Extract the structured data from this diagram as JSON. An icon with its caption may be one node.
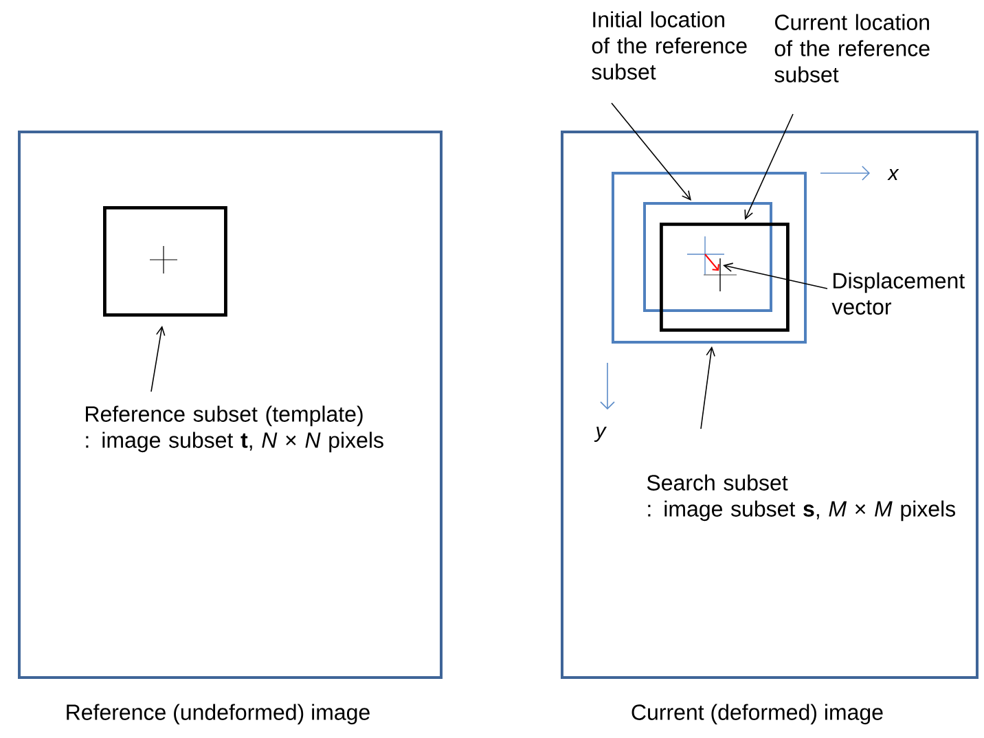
{
  "diagram": {
    "nodes": [
      {
        "text": [],
        "shape": "box",
        "beside": [
          "Reference (undeformed) image"
        ]
      },
      {
        "text": [],
        "shape": "box",
        "in": 0
      },
      {
        "text": [
          "Reference subset (template)",
          ": image subset **t**, *N* × *N* pixels"
        ],
        "in": 0
      },
      {
        "text": [
          "Initial location of the reference subset"
        ]
      },
      {
        "text": [
          "Current location of the reference subset"
        ]
      },
      {
        "text": [],
        "shape": "box",
        "beside": [
          "Current (deformed) image"
        ]
      },
      {
        "text": [],
        "shape": "box",
        "in": 5
      },
      {
        "text": [],
        "shape": "box",
        "in": 6
      },
      {
        "text": [],
        "shape": "box",
        "in": 6
      },
      {
        "text": [
          "Displacement vector"
        ],
        "in": 5
      },
      {
        "text": [
          "Search subset",
          ": image subset **s**, *M* × *M* pixels"
        ],
        "in": 5
      }
    ],
    "edges": [
      {
        "from": 2,
        "to": 1,
        "arrow": "to"
      },
      {
        "from": 3,
        "to": 7,
        "arrow": "to"
      },
      {
        "from": 4,
        "to": 8,
        "arrow": "to"
      },
      {
        "from": 9,
        "to": 8,
        "arrow": "to"
      },
      {
        "from": 10,
        "to": 6,
        "arrow": "to"
      }
    ],
    "labels": [
      "x",
      "y"
    ]
  }
}
